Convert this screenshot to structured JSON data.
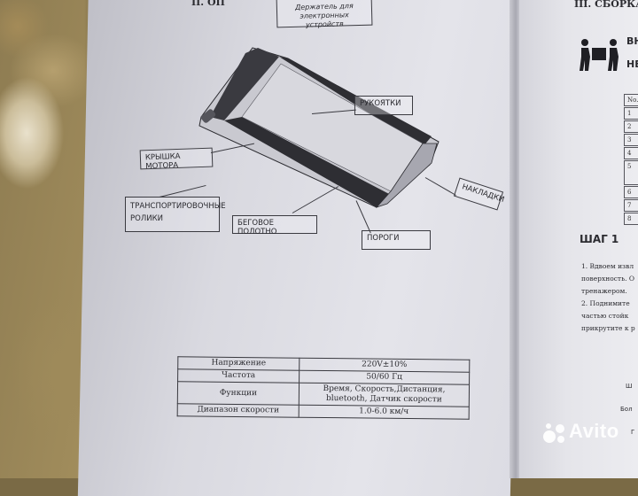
{
  "left_page": {
    "header_partial": "II. ОП",
    "diagram_labels": {
      "device_holder": "Держатель для электронных устройств",
      "handles": "РУКОЯТКИ",
      "motor_cover": "КРЫШКА МОТОРА",
      "rollers": "ТРАНСПОРТИРОВОЧНЫЕ РОЛИКИ",
      "running_belt": "БЕГОВОЕ ПОЛОТНО",
      "thresholds": "ПОРОГИ",
      "pads": "НАКЛАДКИ"
    },
    "spec_table": [
      {
        "key": "Напряжение",
        "value": "220V±10%"
      },
      {
        "key": "Частота",
        "value": "50/60 Гц"
      },
      {
        "key": "Функции",
        "value": "Время, Скорость,Дистанция, bluetooth, Датчик скорости"
      },
      {
        "key": "Диапазон скорости",
        "value": "1.0-6.0 км/ч"
      }
    ]
  },
  "right_page": {
    "header_partial": "III. СБОРКА",
    "icon_text_1": "ВН",
    "icon_text_2": "НЕ",
    "table_header": "No.",
    "table_rows": [
      "1",
      "2",
      "3",
      "4",
      "5",
      "6",
      "7",
      "8"
    ],
    "step_title": "ШАГ 1",
    "step_lines": [
      "1. Вдвоем извл",
      "поверхность. О",
      "тренажером.",
      "2. Поднимите",
      "частью стойк",
      "прикрутите к р"
    ],
    "footer_fragments": [
      "Ш",
      "Бол",
      "Г"
    ]
  },
  "watermark": "Avito"
}
